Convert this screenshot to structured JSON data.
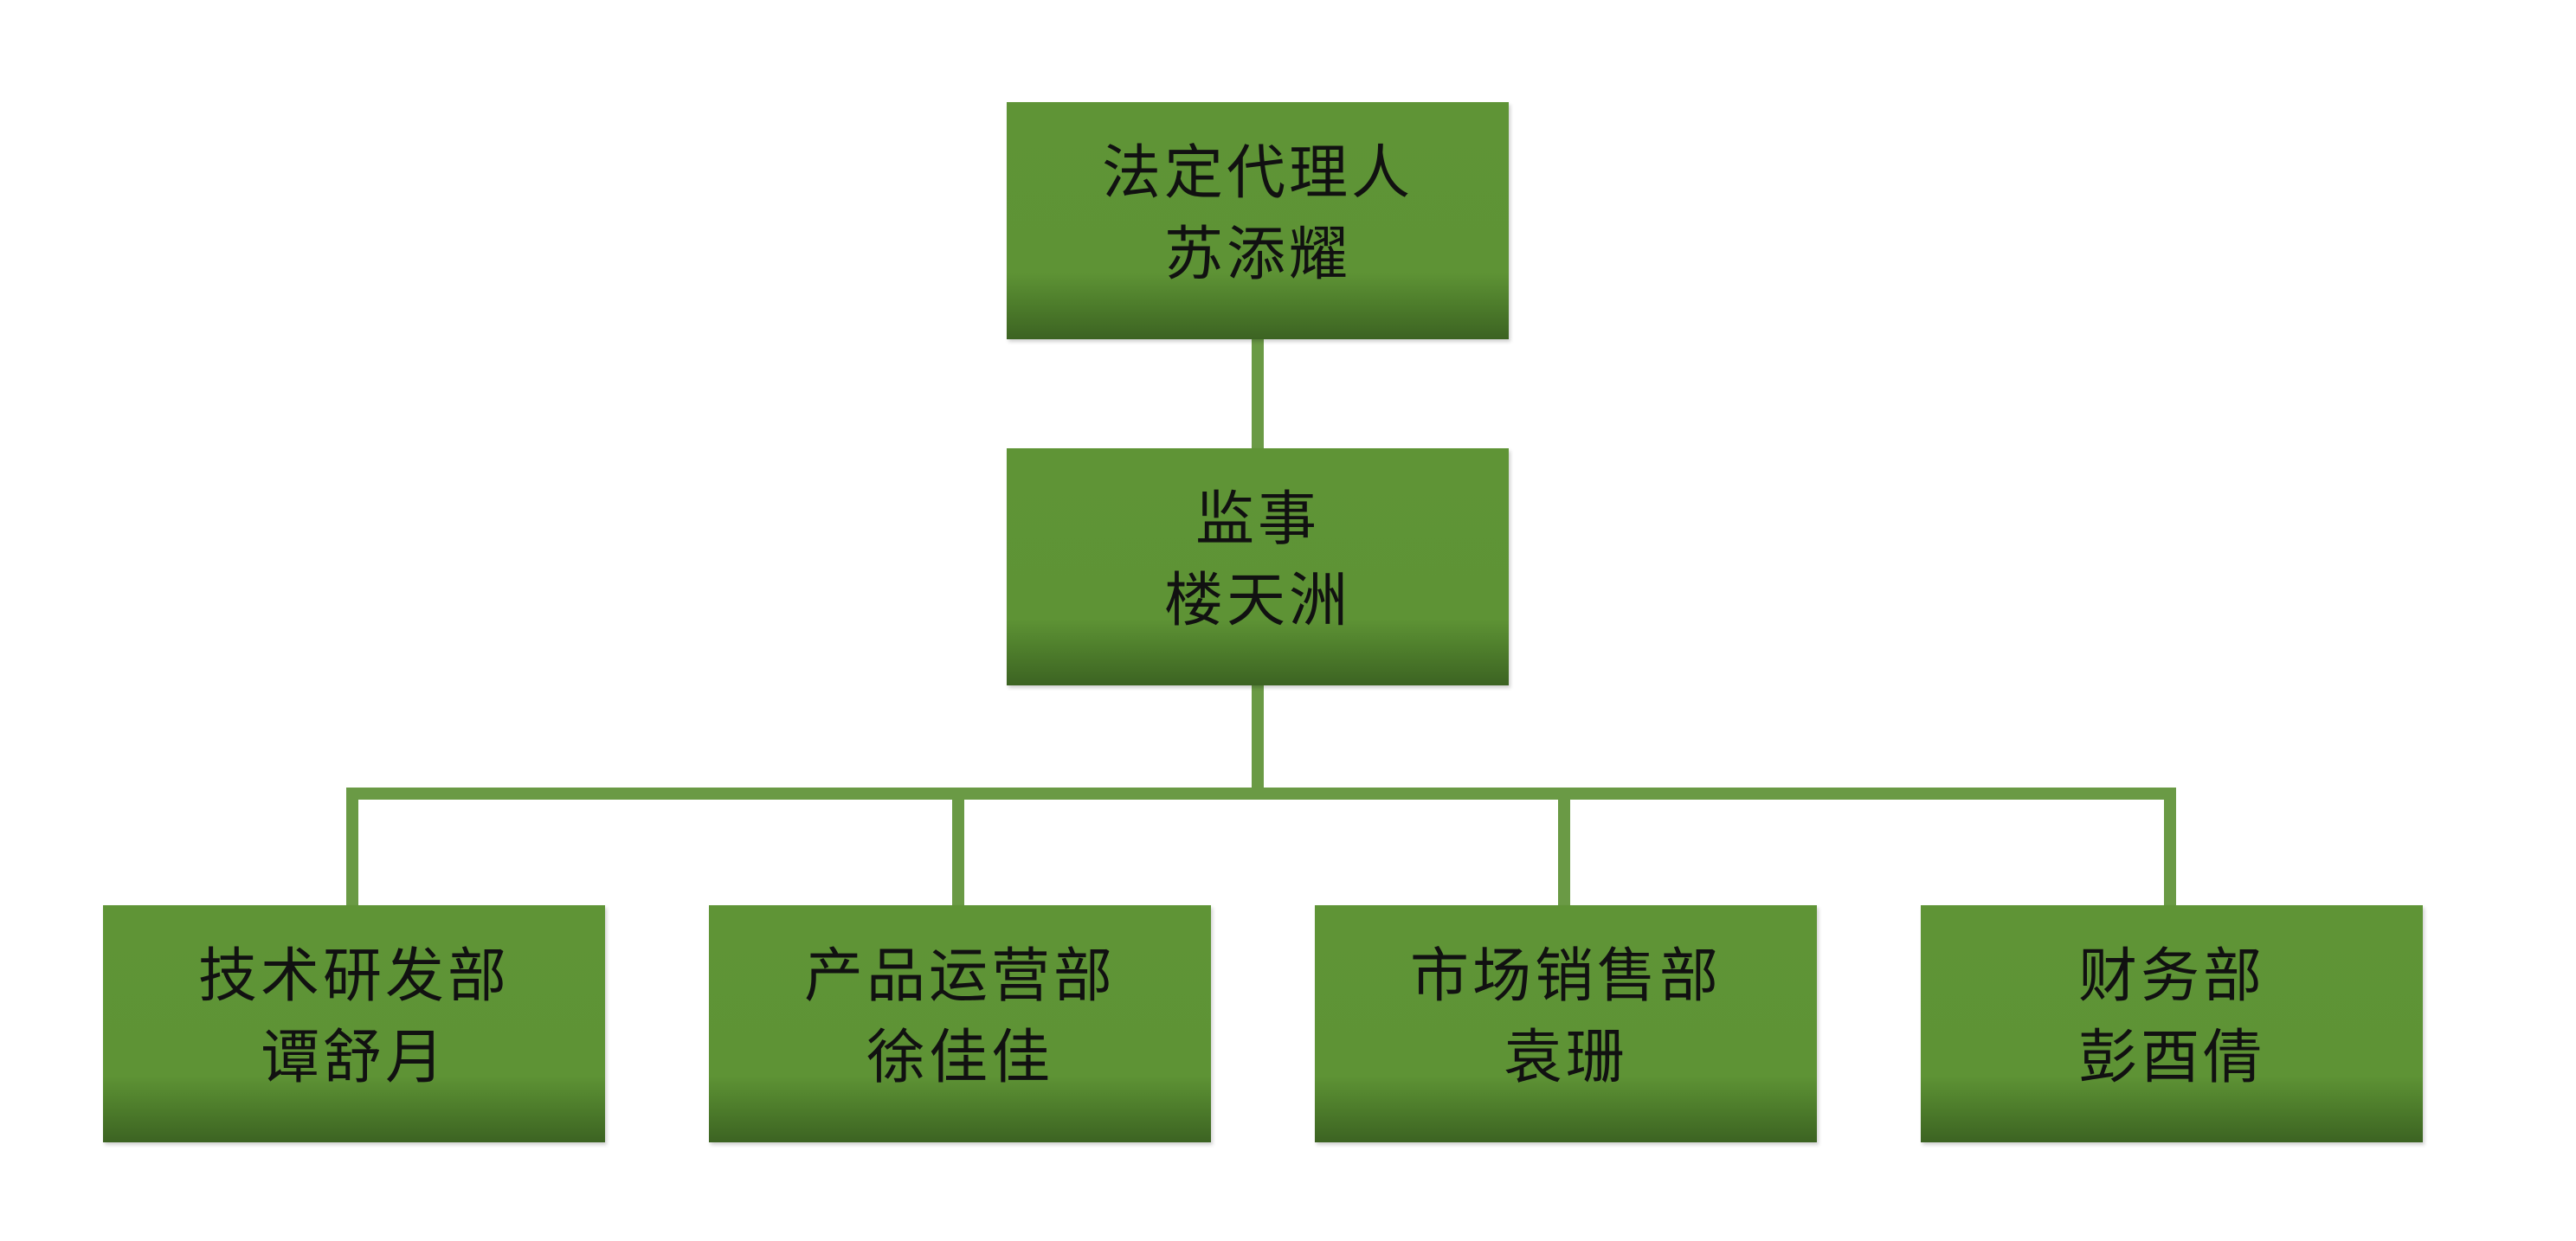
{
  "nodes": {
    "legal_rep": {
      "role": "法定代理人",
      "name": "苏添耀"
    },
    "supervisor": {
      "role": "监事",
      "name": "楼天洲"
    },
    "departments": [
      {
        "role": "技术研发部",
        "name": "谭舒月"
      },
      {
        "role": "产品运营部",
        "name": "徐佳佳"
      },
      {
        "role": "市场销售部",
        "name": "袁珊"
      },
      {
        "role": "财务部",
        "name": "彭酉倩"
      }
    ]
  },
  "colors": {
    "node_fill": "#5e9335",
    "node_shadow": "#3c6322",
    "connector": "#6a9a45",
    "text": "#111111",
    "background": "#ffffff"
  }
}
